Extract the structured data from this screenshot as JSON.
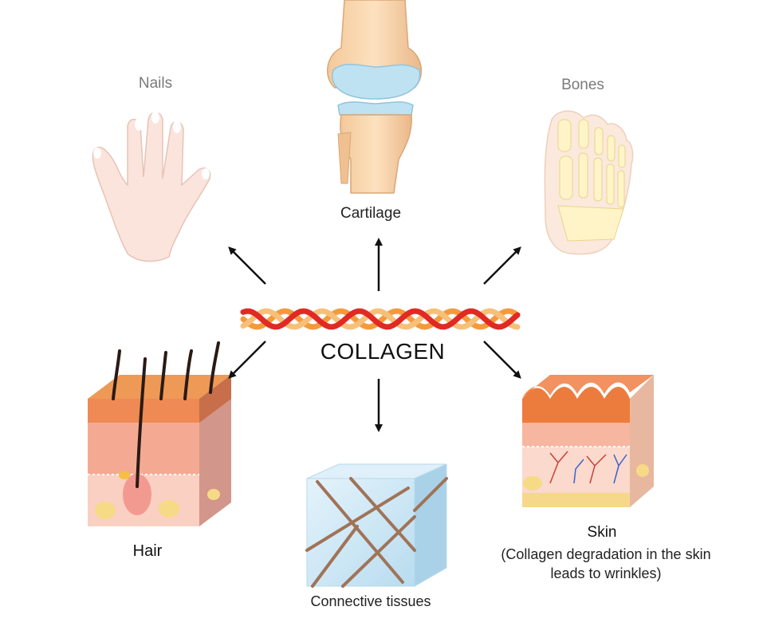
{
  "center": {
    "label": "COLLAGEN"
  },
  "nodes": {
    "nails": {
      "label": "Nails"
    },
    "cartilage": {
      "label": "Cartilage"
    },
    "bones": {
      "label": "Bones"
    },
    "hair": {
      "label": "Hair"
    },
    "connective": {
      "label": "Connective tissues"
    },
    "skin": {
      "label": "Skin",
      "note": "(Collagen degradation in the skin leads to wrinkles)"
    }
  },
  "colors": {
    "arrow": "#111111",
    "collagen_red": "#e02a23",
    "collagen_orange": "#f59a3c",
    "collagen_pale": "#f7c07a",
    "skin_pink": "#f6b6a0",
    "skin_top": "#ef8a55",
    "fat_yellow": "#f6d88a",
    "ice_blue": "#cfe8f5"
  }
}
